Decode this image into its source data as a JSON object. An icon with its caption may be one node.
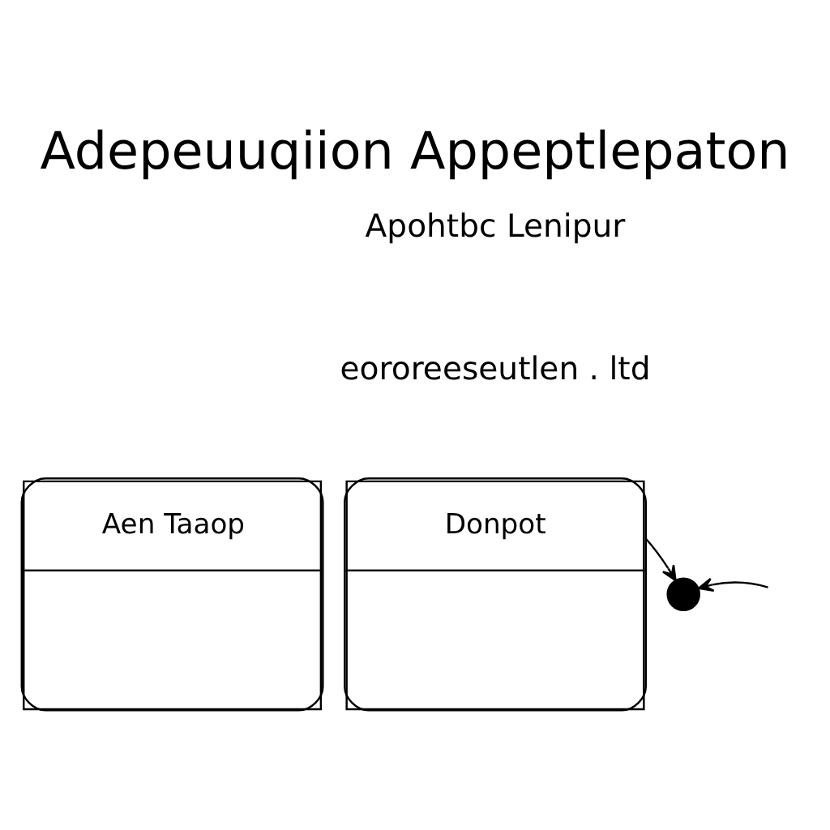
{
  "diagram": {
    "title": "Adepeuuqiion Appeptlepaton",
    "nodes": [
      {
        "text": [
          "Aen Taaop"
        ]
      },
      {
        "text": [
          "Donpot"
        ]
      },
      {
        "text": [],
        "shape": "keyhole"
      }
    ],
    "edges": [
      {
        "from": 1,
        "to": 2,
        "arrow": "to"
      },
      {
        "from": null,
        "to": 2,
        "arrow": "to"
      }
    ],
    "labels": [
      "Apohtbc Lenipur",
      "eororeeseutlen . ltd"
    ]
  }
}
